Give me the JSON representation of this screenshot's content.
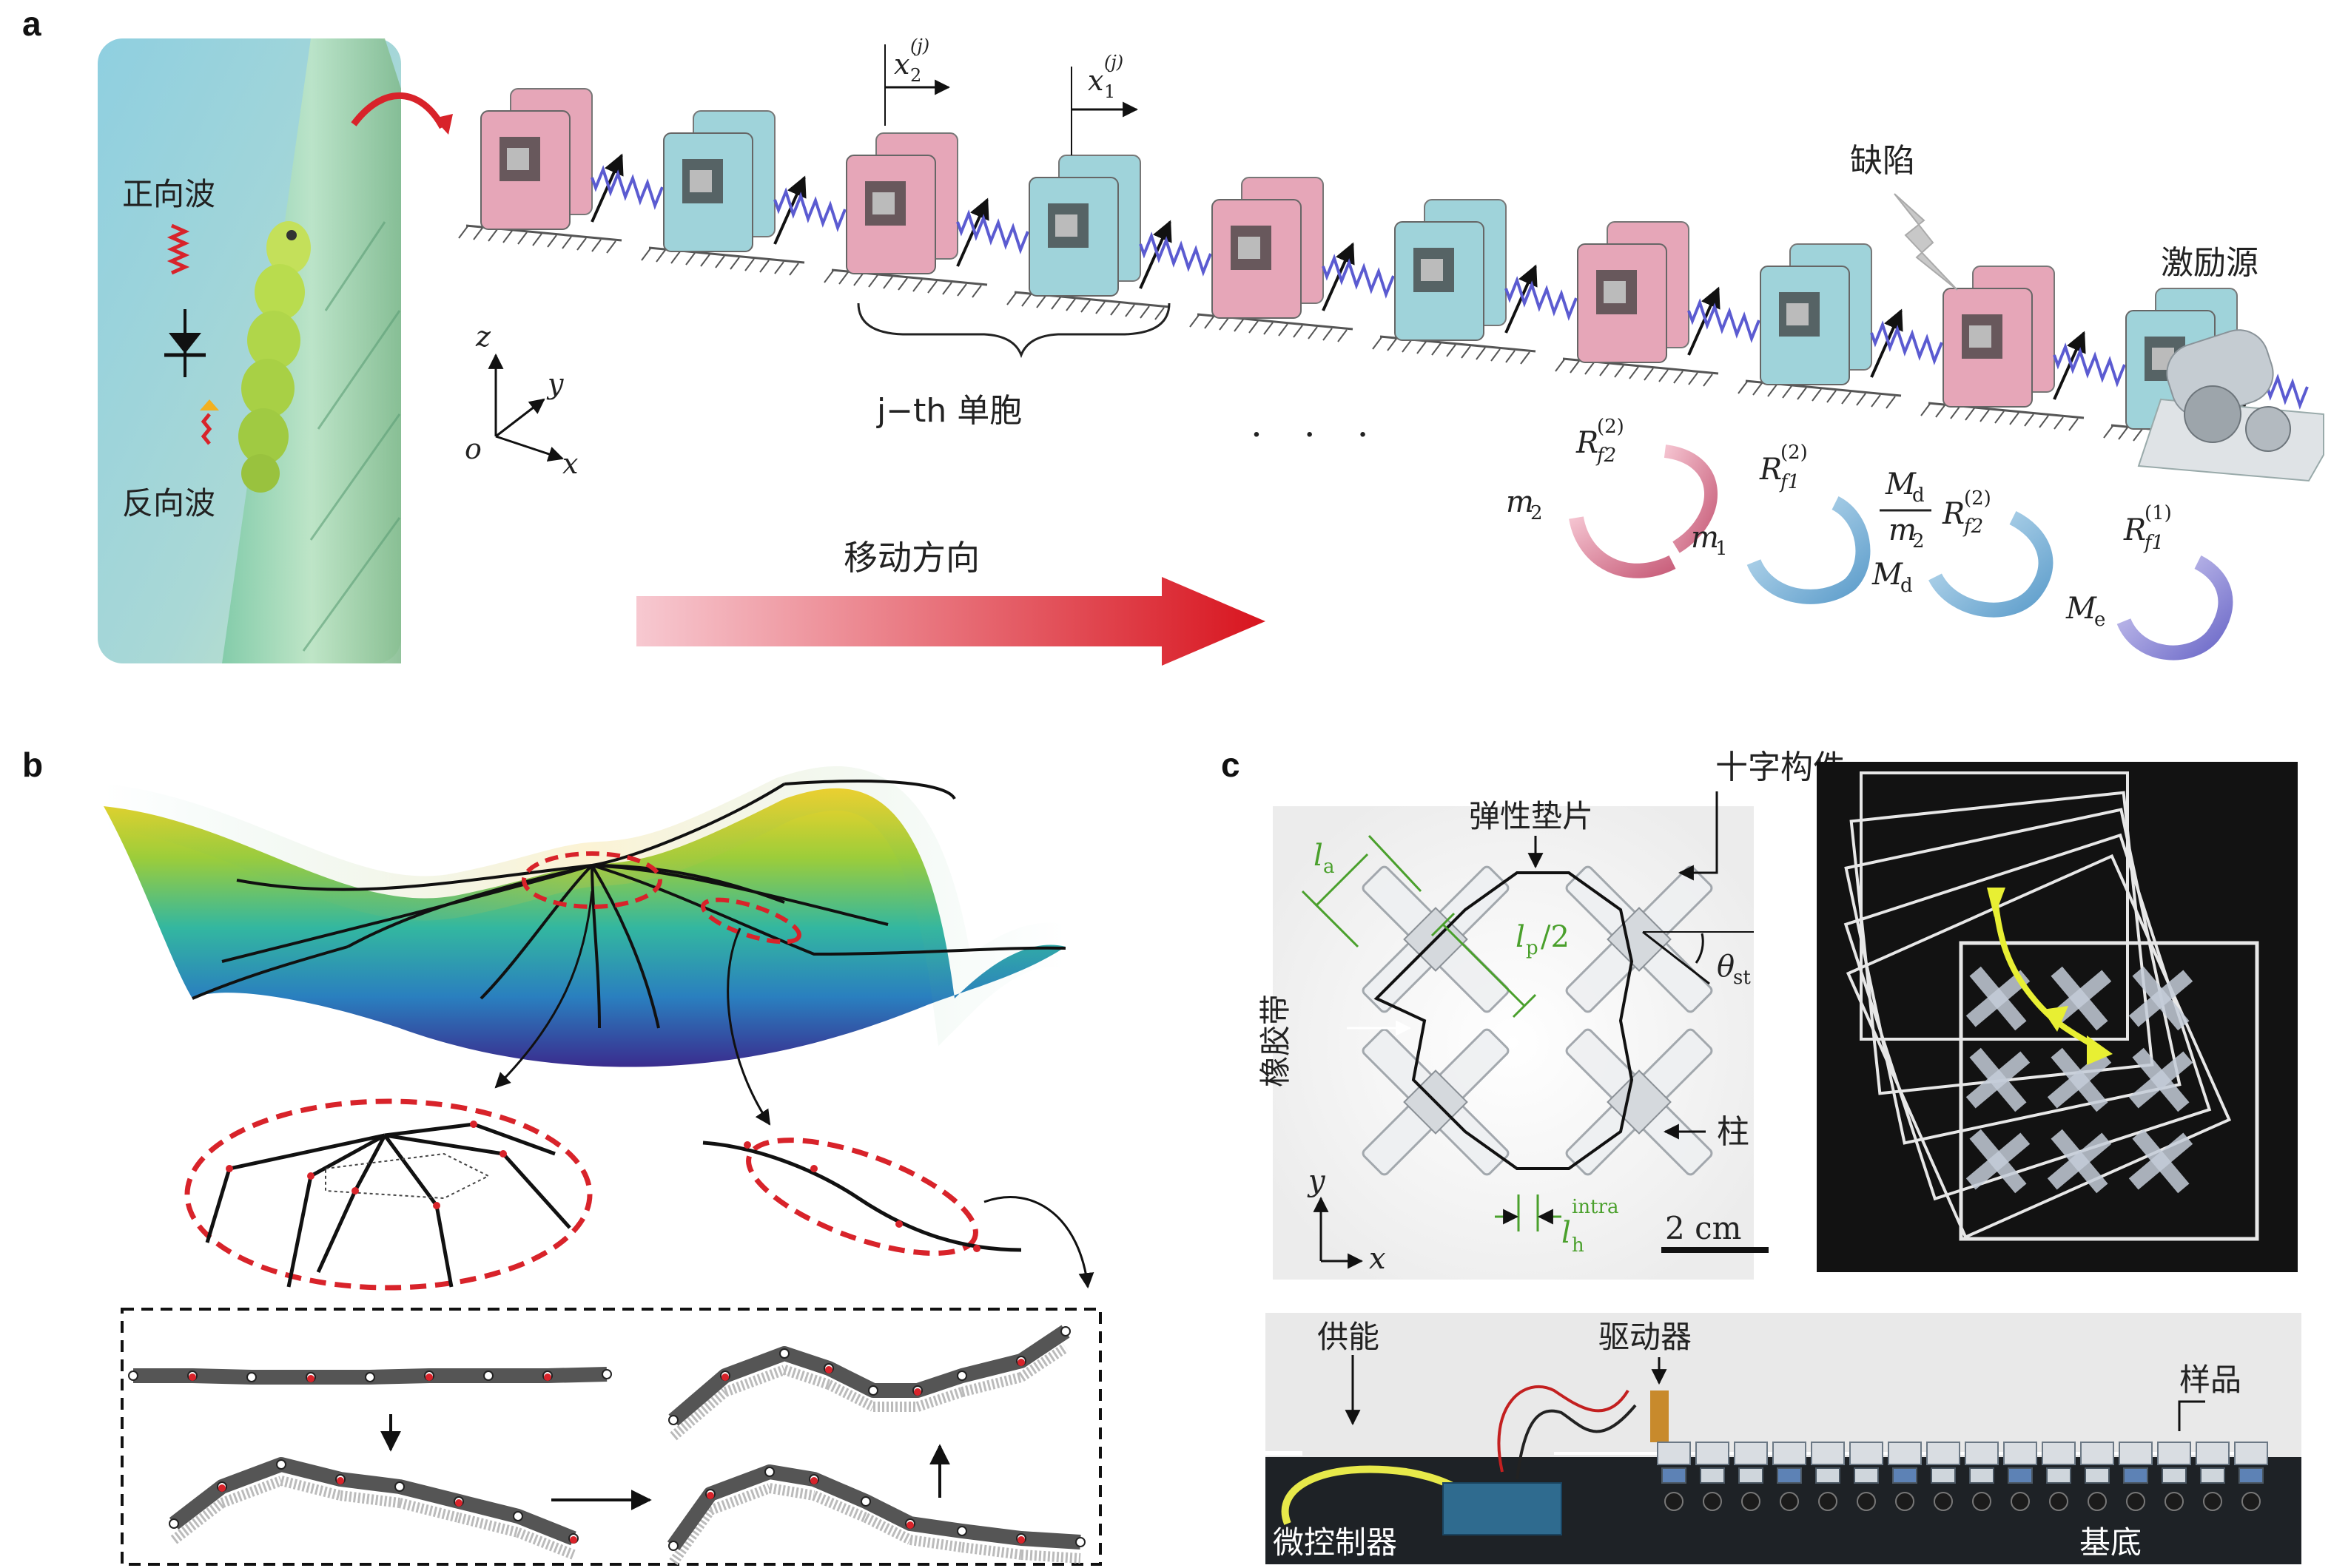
{
  "panels": {
    "a": {
      "letter": "a",
      "inset": {
        "forward_wave": "正向波",
        "backward_wave": "反向波"
      },
      "labels": {
        "x2": "x",
        "x2_sub": "2",
        "x2_sup": "(j)",
        "x1": "x",
        "x1_sub": "1",
        "x1_sup": "(j)",
        "unit_cell": "j−th 单胞",
        "ellipsis": ". . .",
        "defect": "缺陷",
        "source": "激励源",
        "move_dir": "移动方向",
        "axis_z": "z",
        "axis_y": "y",
        "axis_x": "x",
        "axis_o": "o"
      },
      "params": {
        "m2": "m",
        "m2_sub": "2",
        "m1": "m",
        "m1_sub": "1",
        "Rf2": "R",
        "Rf2_sub": "f2",
        "Rf2_sup": "(2)",
        "Rf1": "R",
        "Rf1_sub": "f1",
        "Rf1_sup": "(2)",
        "Md": "M",
        "Md_sub": "d",
        "frac_den": "m",
        "frac_den_sub": "2",
        "Rf2b": "R",
        "Rf2b_sub": "f2",
        "Rf2b_sup": "(2)",
        "Md2": "M",
        "Md2_sub": "d",
        "Rf1e": "R",
        "Rf1e_sub": "f1",
        "Rf1e_sup": "(1)",
        "Me": "M",
        "Me_sub": "e"
      }
    },
    "b": {
      "letter": "b"
    },
    "c": {
      "letter": "c",
      "labels": {
        "cross_member": "十字构件",
        "elastic_pad": "弹性垫片",
        "rubber_band": "橡胶带",
        "pillar": "柱",
        "la": "l",
        "la_sub": "a",
        "lp": "l",
        "lp_sub": "p",
        "lp_tail": "/2",
        "theta": "θ",
        "theta_sub": "st",
        "lh": "l",
        "lh_sub": "h",
        "lh_sup": "intra",
        "scale": "2 cm",
        "axis_y": "y",
        "axis_x": "x"
      },
      "photo_labels": {
        "power": "供能",
        "actuator": "驱动器",
        "sample": "样品",
        "mcu": "微控制器",
        "substrate": "基底"
      }
    }
  },
  "colors": {
    "pink": "#e6a6b8",
    "cyan": "#9fd3da",
    "red": "#d8232a",
    "green": "#4aa02c",
    "yellow": "#e8ef33"
  }
}
